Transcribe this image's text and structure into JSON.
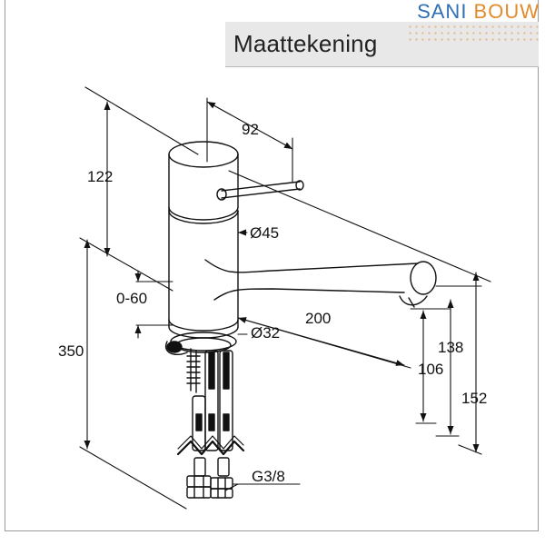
{
  "title": "Maattekening",
  "logo": {
    "word1": "SANI",
    "word2": "BOUW"
  },
  "dimensions": {
    "d92": "92",
    "d122": "122",
    "d45": "Ø45",
    "d0_60": "0-60",
    "d200": "200",
    "d32": "Ø32",
    "d350": "350",
    "d138": "138",
    "d106": "106",
    "d152": "152",
    "thread": "G3/8"
  },
  "colors": {
    "line": "#111111",
    "title_bg": "#e8e8e8",
    "logo_blue": "#2f6fb3",
    "logo_orange": "#e38b2a"
  }
}
